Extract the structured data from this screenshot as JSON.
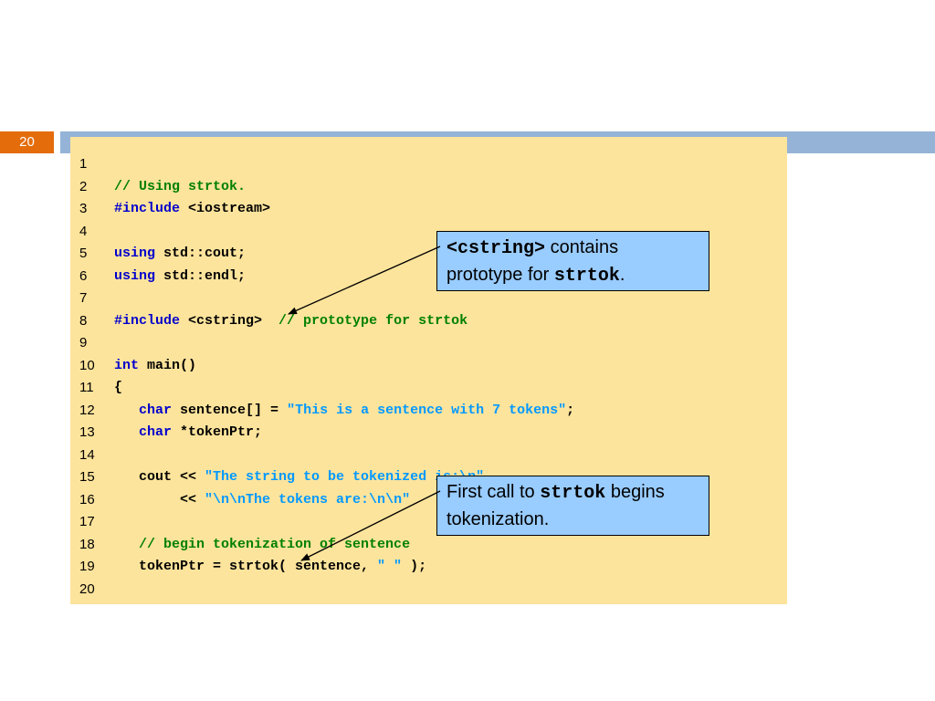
{
  "slide": {
    "number": "20"
  },
  "colors": {
    "keyword": "#0000cc",
    "comment": "#008000",
    "string": "#0099ff",
    "plain": "#000000",
    "panel": "#fde49c",
    "header_bar": "#95b3d7",
    "slide_num_bg": "#e46c0a",
    "callout_bg": "#99ccff"
  },
  "code": {
    "lines": [
      {
        "no": "1",
        "tokens": []
      },
      {
        "no": "2",
        "tokens": [
          {
            "t": "// Using strtok.",
            "k": "comment"
          }
        ]
      },
      {
        "no": "3",
        "tokens": [
          {
            "t": "#include",
            "k": "keyword"
          },
          {
            "t": " <iostream>",
            "k": "plain"
          }
        ]
      },
      {
        "no": "4",
        "tokens": []
      },
      {
        "no": "5",
        "tokens": [
          {
            "t": "using",
            "k": "keyword"
          },
          {
            "t": " std::cout;",
            "k": "plain"
          }
        ]
      },
      {
        "no": "6",
        "tokens": [
          {
            "t": "using",
            "k": "keyword"
          },
          {
            "t": " std::endl;",
            "k": "plain"
          }
        ]
      },
      {
        "no": "7",
        "tokens": []
      },
      {
        "no": "8",
        "tokens": [
          {
            "t": "#include",
            "k": "keyword"
          },
          {
            "t": " <cstring>  ",
            "k": "plain"
          },
          {
            "t": "// prototype for strtok",
            "k": "comment"
          }
        ]
      },
      {
        "no": "9",
        "tokens": []
      },
      {
        "no": "10",
        "tokens": [
          {
            "t": "int",
            "k": "keyword"
          },
          {
            "t": " main()",
            "k": "plain"
          }
        ]
      },
      {
        "no": "11",
        "tokens": [
          {
            "t": "{",
            "k": "plain"
          }
        ]
      },
      {
        "no": "12",
        "tokens": [
          {
            "t": "   ",
            "k": "plain"
          },
          {
            "t": "char",
            "k": "keyword"
          },
          {
            "t": " sentence[] = ",
            "k": "plain"
          },
          {
            "t": "\"This is a sentence with 7 tokens\"",
            "k": "string"
          },
          {
            "t": ";",
            "k": "plain"
          }
        ]
      },
      {
        "no": "13",
        "tokens": [
          {
            "t": "   ",
            "k": "plain"
          },
          {
            "t": "char",
            "k": "keyword"
          },
          {
            "t": " *tokenPtr;",
            "k": "plain"
          }
        ]
      },
      {
        "no": "14",
        "tokens": []
      },
      {
        "no": "15",
        "tokens": [
          {
            "t": "   cout << ",
            "k": "plain"
          },
          {
            "t": "\"The string to be tokenized is:\\n\"",
            "k": "string"
          }
        ]
      },
      {
        "no": "16",
        "tokens": [
          {
            "t": "        << ",
            "k": "plain"
          },
          {
            "t": "\"\\n\\nThe tokens are:\\n\\n\"",
            "k": "string"
          }
        ]
      },
      {
        "no": "17",
        "tokens": []
      },
      {
        "no": "18",
        "tokens": [
          {
            "t": "   ",
            "k": "plain"
          },
          {
            "t": "// begin tokenization of sentence",
            "k": "comment"
          }
        ]
      },
      {
        "no": "19",
        "tokens": [
          {
            "t": "   tokenPtr = strtok( sentence, ",
            "k": "plain"
          },
          {
            "t": "\" \"",
            "k": "string"
          },
          {
            "t": " );",
            "k": "plain"
          }
        ]
      },
      {
        "no": "20",
        "tokens": []
      }
    ]
  },
  "callouts": [
    {
      "parts": [
        {
          "t": "<cstring>",
          "mono": true
        },
        {
          "t": " contains prototype for ",
          "mono": false
        },
        {
          "t": "strtok",
          "mono": true
        },
        {
          "t": ".",
          "mono": false
        }
      ]
    },
    {
      "parts": [
        {
          "t": "First call to ",
          "mono": false
        },
        {
          "t": "strtok",
          "mono": true
        },
        {
          "t": " begins tokenization.",
          "mono": false
        }
      ]
    }
  ]
}
